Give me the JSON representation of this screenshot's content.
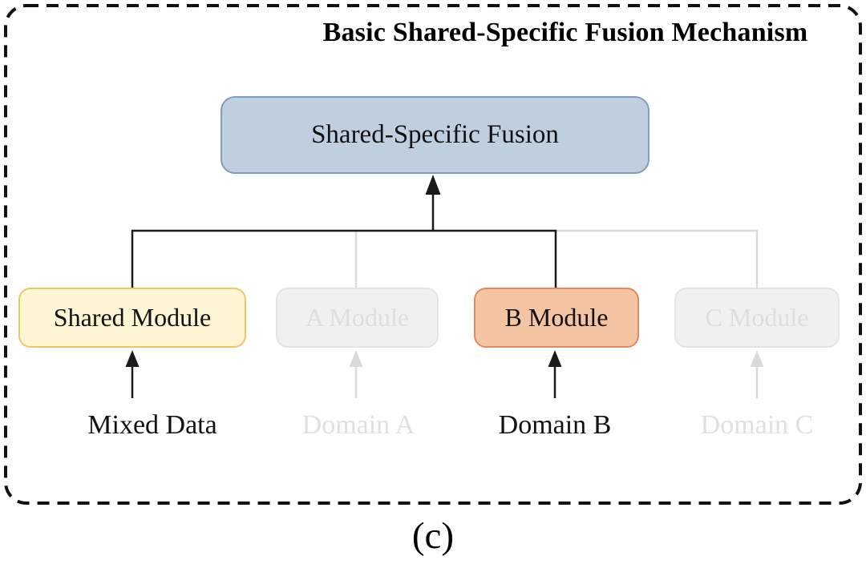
{
  "diagram": {
    "title": "Basic Shared-Specific Fusion Mechanism",
    "caption": "(c)",
    "fusion": {
      "label": "Shared-Specific Fusion",
      "fill": "#bfcfe0",
      "border": "#829cbe"
    },
    "modules": [
      {
        "label": "Shared Module",
        "input": "Mixed Data",
        "state": "active",
        "fill": "#fdf5d4",
        "border": "#eec763"
      },
      {
        "label": "A Module",
        "input": "Domain A",
        "state": "inactive",
        "fill": "#f0f0f0",
        "border": "#e4e4e4"
      },
      {
        "label": "B Module",
        "input": "Domain B",
        "state": "active",
        "fill": "#f5c4a2",
        "border": "#e18a5f"
      },
      {
        "label": "C Module",
        "input": "Domain C",
        "state": "inactive",
        "fill": "#f0f0f0",
        "border": "#e4e4e4"
      }
    ],
    "colors": {
      "active_line": "#1a1a1a",
      "inactive_line": "#dadada",
      "inactive_text": "#dedede",
      "frame_border": "#111111"
    }
  }
}
